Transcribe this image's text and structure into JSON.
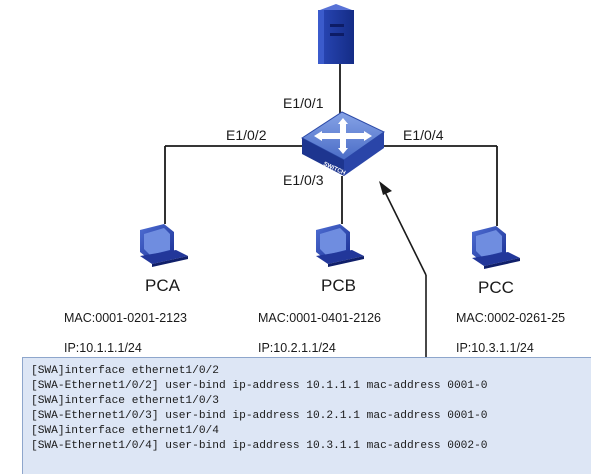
{
  "ports": {
    "uplink": "E1/0/1",
    "left": "E1/0/2",
    "down": "E1/0/3",
    "right": "E1/0/4"
  },
  "switch": {
    "label": "SWITCH"
  },
  "hosts": [
    {
      "name": "PCA",
      "mac": "MAC:0001-0201-2123",
      "ip": "IP:10.1.1.1/24"
    },
    {
      "name": "PCB",
      "mac": "MAC:0001-0401-2126",
      "ip": "IP:10.2.1.1/24"
    },
    {
      "name": "PCC",
      "mac": "MAC:0002-0261-25",
      "ip": "IP:10.3.1.1/24"
    }
  ],
  "config_lines": [
    "[SWA]interface ethernet1/0/2",
    "[SWA-Ethernet1/0/2] user-bind ip-address 10.1.1.1 mac-address 0001-0",
    "[SWA]interface ethernet1/0/3",
    "[SWA-Ethernet1/0/3] user-bind ip-address 10.2.1.1 mac-address 0001-0",
    "[SWA]interface ethernet1/0/4",
    "[SWA-Ethernet1/0/4] user-bind ip-address 10.3.1.1 mac-address 0002-0"
  ],
  "colors": {
    "device_blue": "#1f3aa0",
    "device_dark": "#0f1f6a",
    "switch_top": "#5d7fd0",
    "config_bg": "#dde6f5"
  },
  "icons": {
    "server": "server-icon",
    "switch": "switch-icon",
    "pc": "pc-icon"
  }
}
